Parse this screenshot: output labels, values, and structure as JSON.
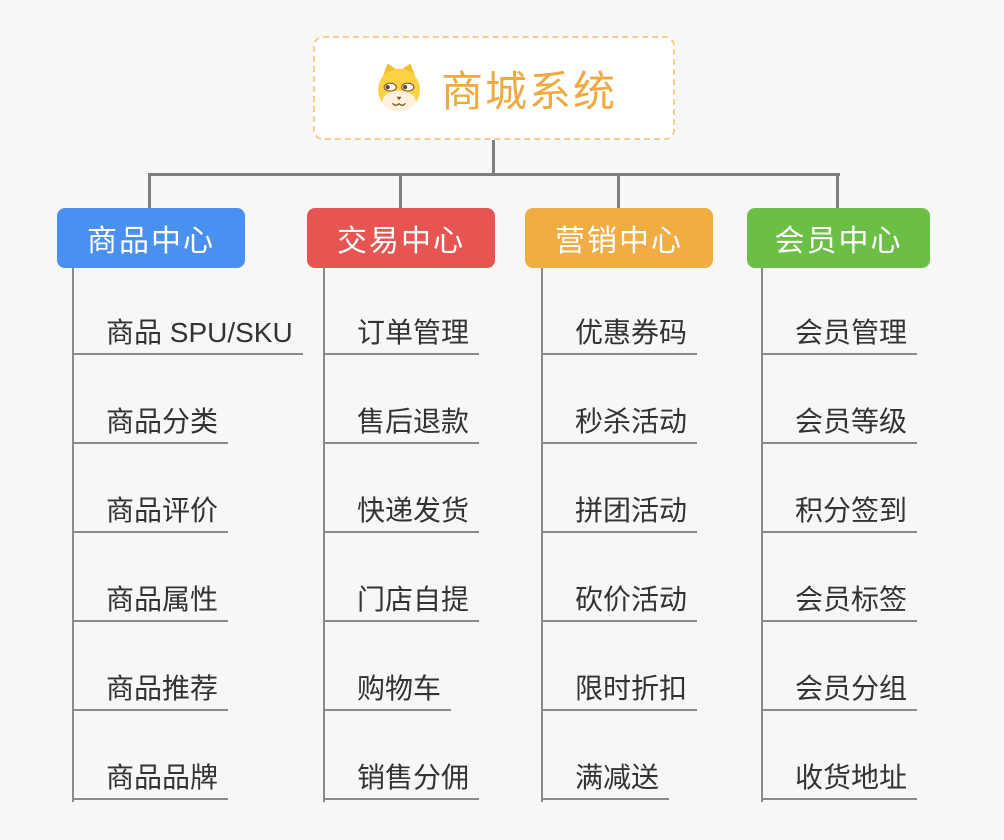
{
  "root": {
    "title": "商城系统",
    "icon": "dog-face"
  },
  "branches": [
    {
      "label": "商品中心",
      "color": "#4A90F0",
      "items": [
        "商品 SPU/SKU",
        "商品分类",
        "商品评价",
        "商品属性",
        "商品推荐",
        "商品品牌"
      ]
    },
    {
      "label": "交易中心",
      "color": "#E65552",
      "items": [
        "订单管理",
        "售后退款",
        "快递发货",
        "门店自提",
        "购物车",
        "销售分佣"
      ]
    },
    {
      "label": "营销中心",
      "color": "#EFAD43",
      "items": [
        "优惠券码",
        "秒杀活动",
        "拼团活动",
        "砍价活动",
        "限时折扣",
        "满减送"
      ]
    },
    {
      "label": "会员中心",
      "color": "#6CBF45",
      "items": [
        "会员管理",
        "会员等级",
        "积分签到",
        "会员标签",
        "会员分组",
        "收货地址"
      ]
    }
  ],
  "colors": {
    "background": "#F7F7F7",
    "connector": "#7E7E7E",
    "leaf_line": "#8A8A8A",
    "root_border": "#F5CE90",
    "root_title": "#EFA940",
    "branch_text": "#FFFFFF",
    "leaf_text": "#333333"
  }
}
